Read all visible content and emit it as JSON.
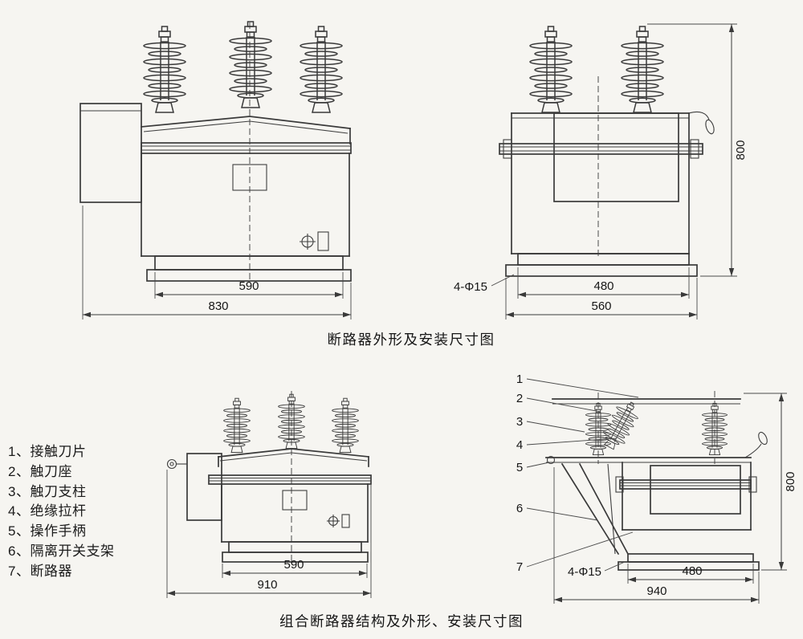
{
  "page": {
    "background": "#f6f5f1",
    "ink": "#3a3a3a"
  },
  "top_diagram": {
    "caption": "断路器外形及安装尺寸图",
    "front_view": {
      "width_inner": "590",
      "width_outer": "830"
    },
    "side_view": {
      "holes": "4-Φ15",
      "width_inner": "480",
      "width_outer": "560",
      "height": "800"
    }
  },
  "bottom_diagram": {
    "caption": "组合断路器结构及外形、安装尺寸图",
    "legend": [
      "1、接触刀片",
      "2、触刀座",
      "3、触刀支柱",
      "4、绝缘拉杆",
      "5、操作手柄",
      "6、隔离开关支架",
      "7、断路器"
    ],
    "front_view": {
      "width_inner": "590",
      "width_outer": "910"
    },
    "side_view": {
      "callouts": [
        "1",
        "2",
        "3",
        "4",
        "5",
        "6",
        "7"
      ],
      "holes": "4-Φ15",
      "width_inner": "480",
      "width_outer": "940",
      "height": "800"
    }
  }
}
